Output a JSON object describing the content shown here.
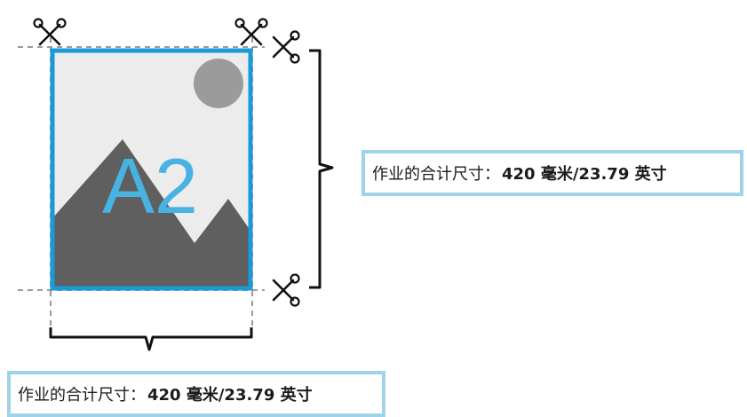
{
  "sheet": {
    "size_label": "A2",
    "accent_color": "#1a9ad6",
    "label_border_color": "#9fd3ea"
  },
  "icons": {
    "cut_mark": "scissors-icon",
    "dimension": "curly-bracket"
  },
  "labels": {
    "right": {
      "prefix": "作业的合计尺寸：",
      "value": "420 毫米/23.79 英寸"
    },
    "bottom": {
      "prefix": "作业的合计尺寸：",
      "value": "420 毫米/23.79 英寸"
    }
  }
}
